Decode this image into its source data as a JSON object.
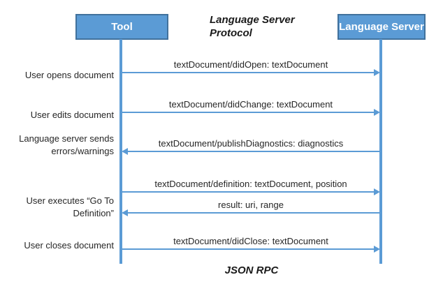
{
  "title": "Language Server\nProtocol",
  "actors": {
    "tool": "Tool",
    "language_server": "Language Server"
  },
  "footer": "JSON RPC",
  "colors": {
    "box_fill": "#5b9bd5",
    "box_border": "#41719c",
    "line": "#5b9bd5",
    "text": "#262626"
  },
  "messages": [
    {
      "label": "textDocument/didOpen: textDocument",
      "direction": "right"
    },
    {
      "label": "textDocument/didChange: textDocument",
      "direction": "right"
    },
    {
      "label": "textDocument/publishDiagnostics: diagnostics",
      "direction": "left"
    },
    {
      "label": "textDocument/definition: textDocument, position",
      "direction": "right"
    },
    {
      "label": "result: uri, range",
      "direction": "left"
    },
    {
      "label": "textDocument/didClose: textDocument",
      "direction": "right"
    }
  ],
  "side_labels": [
    "User opens document",
    "User edits document",
    "Language server sends\nerrors/warnings",
    "User executes “Go To\nDefinition”",
    "User closes document"
  ]
}
